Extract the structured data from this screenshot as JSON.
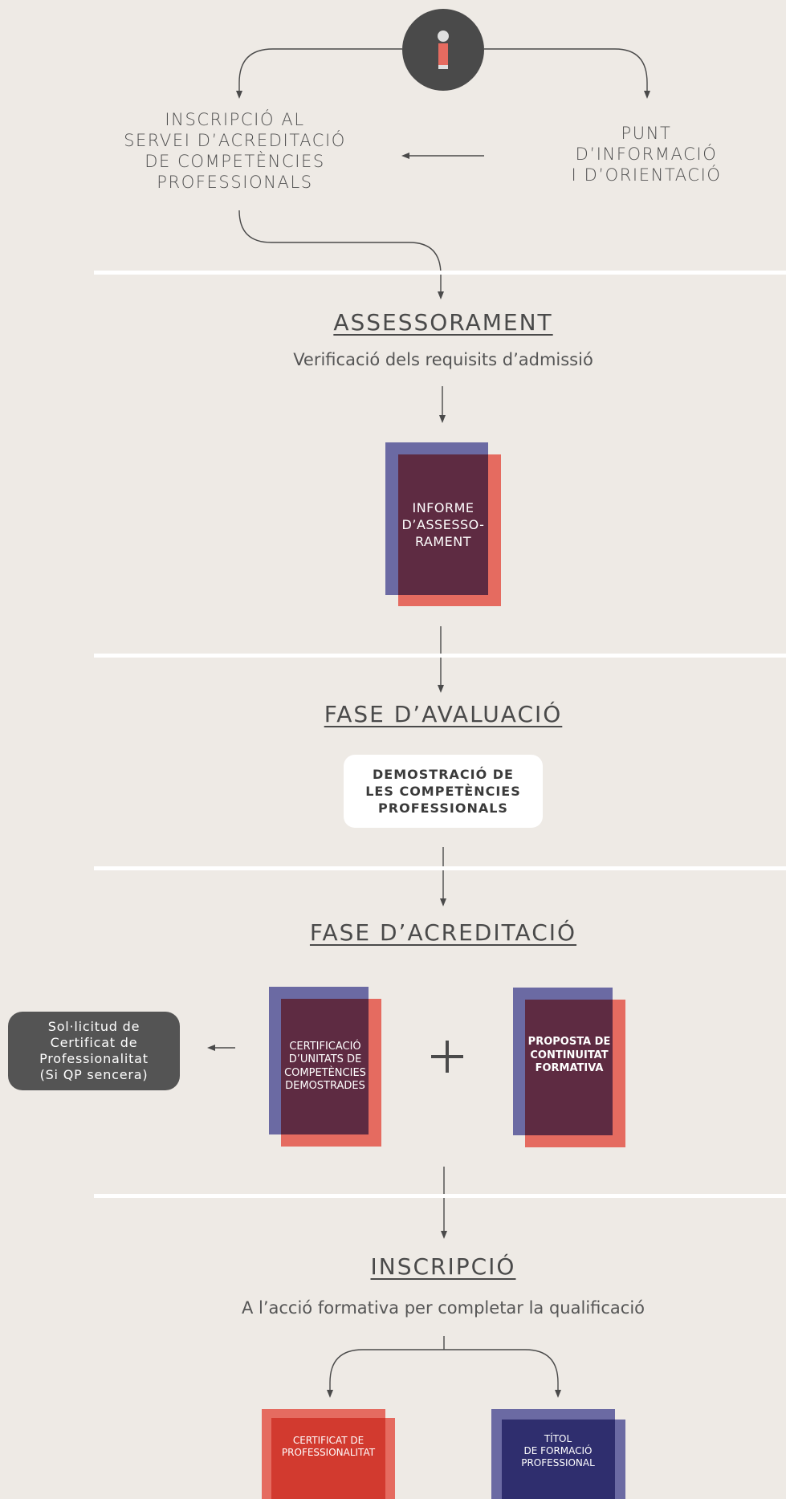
{
  "top": {
    "info_icon": "info-person-icon",
    "inscripcio_servei": "INSCRIPCIÓ AL\nSERVEI D’ACREDITACIÓ\nDE COMPETÈNCIES\nPROFESSIONALS",
    "punt_informacio": "PUNT\nD’INFORMACIÓ\nI D’ORIENTACIÓ"
  },
  "assessorament": {
    "title": "ASSESSORAMENT",
    "subtitle": "Verificació dels requisits d’admissió",
    "doc_label": "INFORME\nD’ASSESSO-\nRAMENT"
  },
  "avaluacio": {
    "title": "FASE D’AVALUACIÓ",
    "box_label": "DEMOSTRACIÓ DE\nLES COMPETÈNCIES\nPROFESSIONALS"
  },
  "acreditacio": {
    "title": "FASE D’ACREDITACIÓ",
    "sol_licitud": "Sol·licitud de\nCertificat de\nProfessionalitat\n(Si QP sencera)",
    "doc_certificacio": "CERTIFICACIÓ\nD’UNITATS DE\nCOMPETÈNCIES\nDEMOSTRADES",
    "plus_symbol": "+",
    "doc_proposta": "PROPOSTA DE\nCONTINUITAT\nFORMATIVA"
  },
  "inscripcio": {
    "title": "INSCRIPCIÓ",
    "subtitle": "A l’acció formativa per completar la qualificació",
    "doc_certificat": "CERTIFICAT DE\nPROFESSIONALITAT",
    "doc_titol": "TÍTOL\nDE FORMACIÓ\nPROFESSIONAL"
  },
  "colors": {
    "background": "#eeeae5",
    "dark_grey": "#4a4a4a",
    "purple": "#6b6aa3",
    "salmon": "#e56b60",
    "maroon": "#5e2b42",
    "red": "#d23a2f",
    "navy": "#2f2e6e"
  }
}
